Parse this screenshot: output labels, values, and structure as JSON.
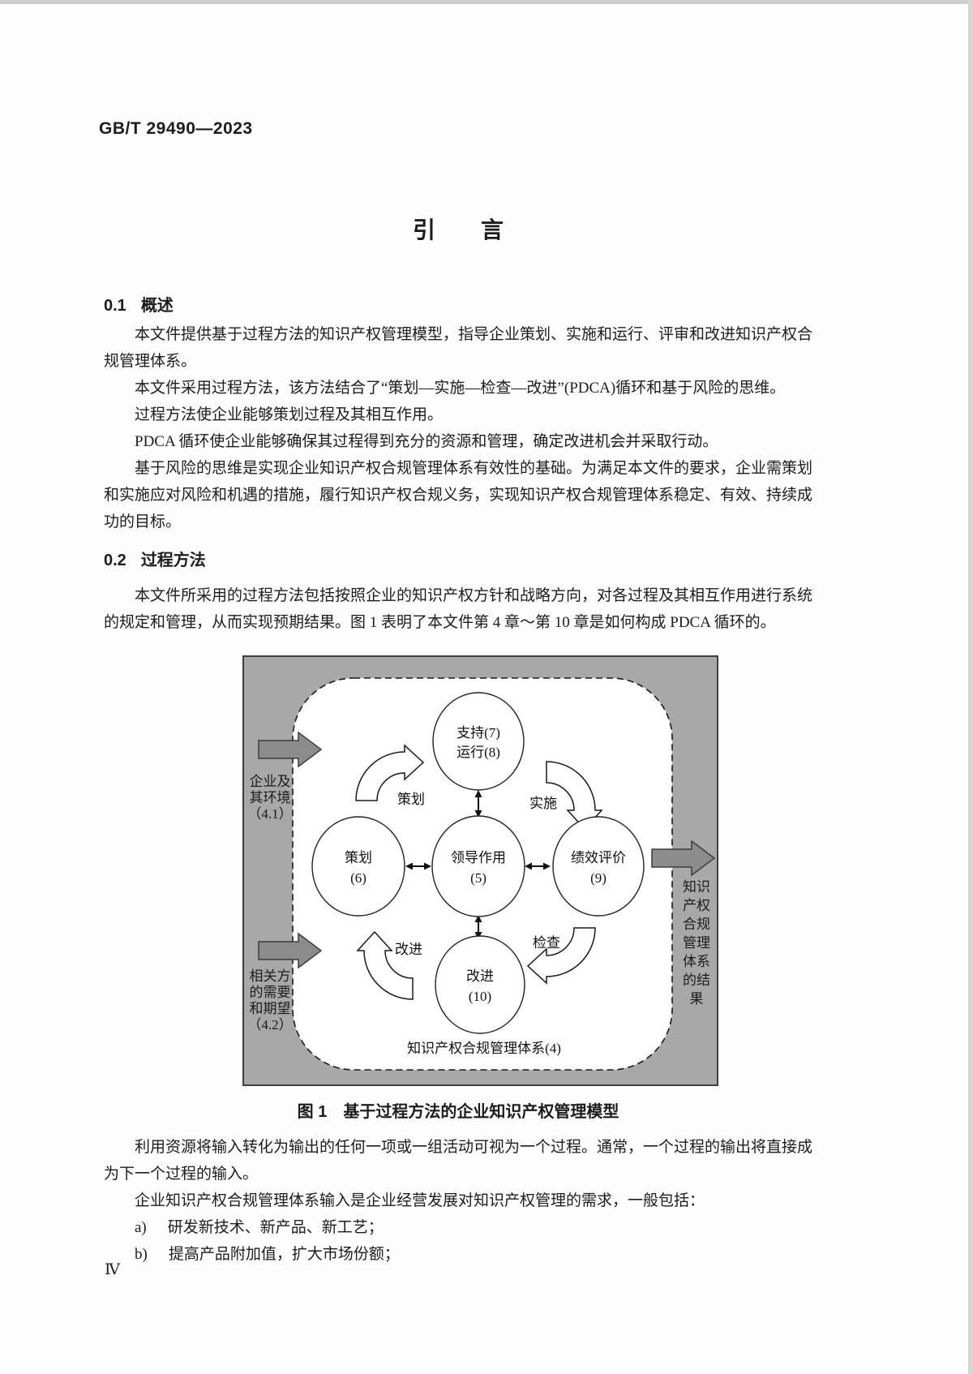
{
  "page": {
    "standard_code": "GB/T 29490—2023",
    "page_number": "Ⅳ",
    "title": "引　　言"
  },
  "sections": [
    {
      "number": "0.1",
      "heading": "概述",
      "paragraphs": [
        "本文件提供基于过程方法的知识产权管理模型，指导企业策划、实施和运行、评审和改进知识产权合规管理体系。",
        "本文件采用过程方法，该方法结合了“策划—实施—检查—改进”(PDCA)循环和基于风险的思维。",
        "过程方法使企业能够策划过程及其相互作用。",
        "PDCA 循环使企业能够确保其过程得到充分的资源和管理，确定改进机会并采取行动。",
        "基于风险的思维是实现企业知识产权合规管理体系有效性的基础。为满足本文件的要求，企业需策划和实施应对风险和机遇的措施，履行知识产权合规义务，实现知识产权合规管理体系稳定、有效、持续成功的目标。"
      ]
    },
    {
      "number": "0.2",
      "heading": "过程方法",
      "paragraphs": [
        "本文件所采用的过程方法包括按照企业的知识产权方针和战略方向，对各过程及其相互作用进行系统的规定和管理，从而实现预期结果。图 1 表明了本文件第 4 章～第 10 章是如何构成 PDCA 循环的。"
      ]
    }
  ],
  "figure": {
    "caption": "图 1　基于过程方法的企业知识产权管理模型",
    "diagram": {
      "input_top": {
        "l1": "企业及",
        "l2": "其环境",
        "l3": "（4.1）"
      },
      "input_bottom": {
        "l1": "相关方",
        "l2": "的需要",
        "l3": "和期望",
        "l4": "（4.2）"
      },
      "output_right": "知识产权合规管理体系的结果",
      "circle_top": {
        "l1": "支持(7)",
        "l2": "运行(8)"
      },
      "circle_left": {
        "l1": "策划",
        "l2": "(6)"
      },
      "circle_center": {
        "l1": "领导作用",
        "l2": "(5)"
      },
      "circle_right": {
        "l1": "绩效评价",
        "l2": "(9)"
      },
      "circle_bottom": {
        "l1": "改进",
        "l2": "(10)"
      },
      "cycle_plan": "策划",
      "cycle_do": "实施",
      "cycle_check": "检查",
      "cycle_act": "改进",
      "system_label": "知识产权合规管理体系(4)"
    }
  },
  "after_figure": {
    "paragraphs": [
      "利用资源将输入转化为输出的任何一项或一组活动可视为一个过程。通常，一个过程的输出将直接成为下一个过程的输入。",
      "企业知识产权合规管理体系输入是企业经营发展对知识产权管理的需求，一般包括："
    ],
    "list": [
      {
        "marker": "a)",
        "text": "研发新技术、新产品、新工艺；"
      },
      {
        "marker": "b)",
        "text": "提高产品附加值，扩大市场份额；"
      }
    ]
  },
  "colors": {
    "figure_background": "#a8a8a8",
    "block_arrow_fill": "#8c8c8c",
    "text": "#1c1c1c"
  }
}
